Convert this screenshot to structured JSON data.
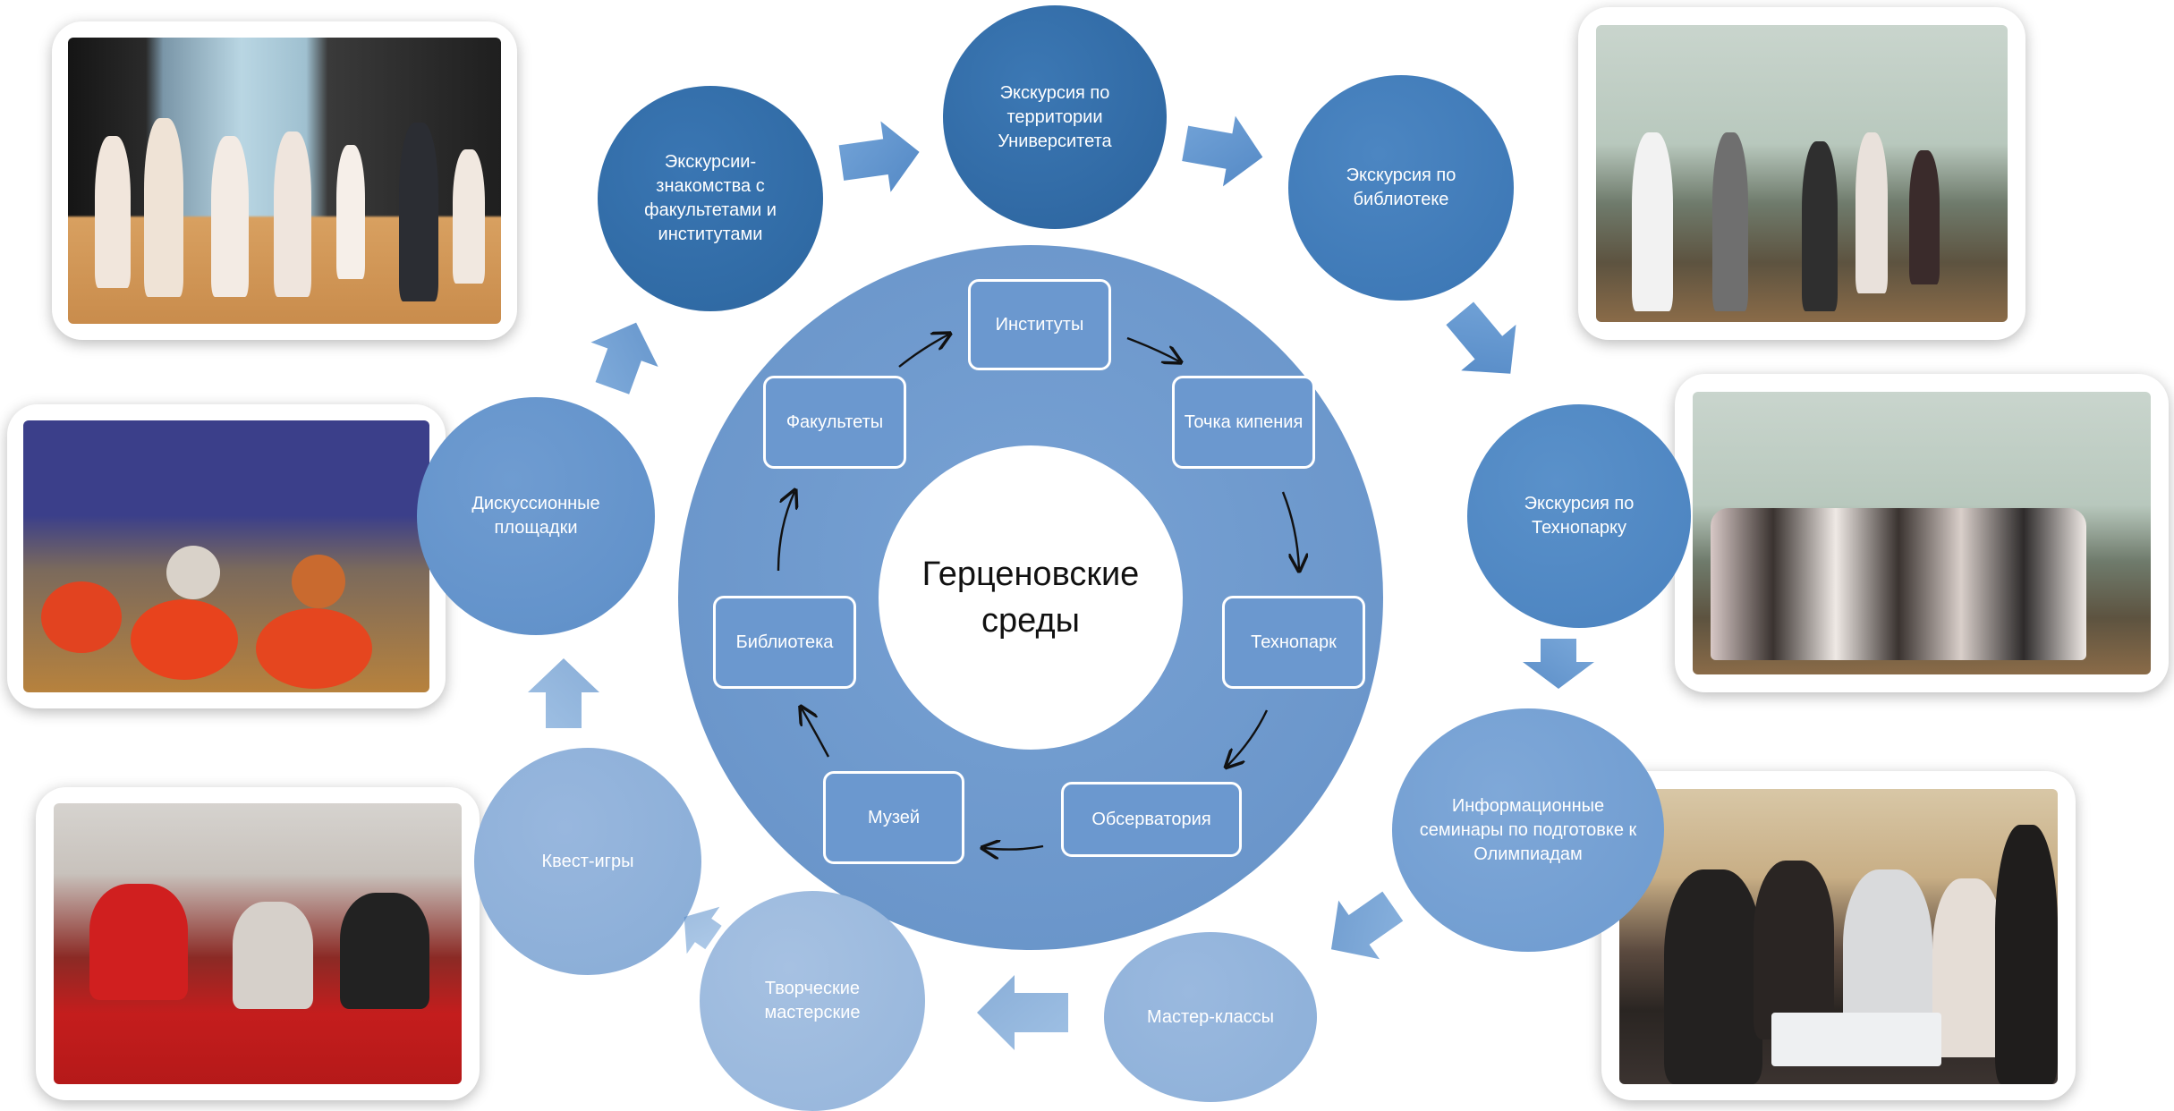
{
  "center_title": "Герценовские среды",
  "inner_cycle": [
    {
      "key": "instituty",
      "label": "Институты"
    },
    {
      "key": "tochka",
      "label": "Точка кипения"
    },
    {
      "key": "tekhnopark",
      "label": "Технопарк"
    },
    {
      "key": "observatoriya",
      "label": "Обсерватория"
    },
    {
      "key": "muzey",
      "label": "Музей"
    },
    {
      "key": "biblioteka",
      "label": "Библиотека"
    },
    {
      "key": "fakultety",
      "label": "Факультеты"
    }
  ],
  "outer_cycle": [
    {
      "key": "ekskursiya-universitet",
      "label": "Экскурсия по территории Университета"
    },
    {
      "key": "ekskursiya-biblioteka",
      "label": "Экскурсия по библиотеке"
    },
    {
      "key": "ekskursiya-tekhnopark",
      "label": "Экскурсия по Технопарку"
    },
    {
      "key": "seminary",
      "label": "Информационные семинары по подготовке к Олимпиадам"
    },
    {
      "key": "master-klassy",
      "label": "Мастер-классы"
    },
    {
      "key": "tvorcheskie",
      "label": "Творческие мастерские"
    },
    {
      "key": "kvest",
      "label": "Квест-игры"
    },
    {
      "key": "diskussionnye",
      "label": "Дискуссионные площадки"
    },
    {
      "key": "ekskursii-fakultety",
      "label": "Экскурсии-знакомства с факультетами и институтами"
    }
  ],
  "colors": {
    "outer_dark": "#2f6aa8",
    "outer_mid": "#4a84c0",
    "outer_light": "#8fb0d8",
    "ring": "#6d98cc",
    "inner_box": "#6b98cf",
    "arrow_fill": "#5b8fcb"
  }
}
